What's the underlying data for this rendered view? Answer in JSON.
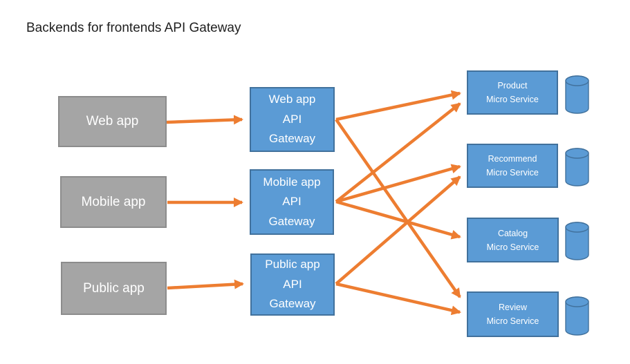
{
  "title": "Backends for frontends API Gateway",
  "colors": {
    "box_blue": "#5B9BD5",
    "box_blue_border": "#41719C",
    "box_gray": "#A5A5A5",
    "box_gray_border": "#8C8C8C",
    "arrow_orange": "#ED7D31",
    "box_text": "#FFFFFF",
    "title_text": "#1F1F1F"
  },
  "diagram": {
    "frontends": [
      {
        "id": "web-app",
        "label": "Web app"
      },
      {
        "id": "mobile-app",
        "label": "Mobile app"
      },
      {
        "id": "public-app",
        "label": "Public app"
      }
    ],
    "gateways": [
      {
        "id": "web-gateway",
        "label": "Web app\nAPI\nGateway"
      },
      {
        "id": "mobile-gateway",
        "label": "Mobile app\nAPI\nGateway"
      },
      {
        "id": "public-gateway",
        "label": "Public app\nAPI\nGateway"
      }
    ],
    "services": [
      {
        "id": "product",
        "label": "Product\nMicro Service",
        "database_icon": "database-cylinder"
      },
      {
        "id": "recommend",
        "label": "Recommend\nMicro Service",
        "database_icon": "database-cylinder"
      },
      {
        "id": "catalog",
        "label": "Catalog\nMicro Service",
        "database_icon": "database-cylinder"
      },
      {
        "id": "review",
        "label": "Review\nMicro Service",
        "database_icon": "database-cylinder"
      }
    ],
    "edges": [
      {
        "from": "web-app",
        "to": "web-gateway"
      },
      {
        "from": "mobile-app",
        "to": "mobile-gateway"
      },
      {
        "from": "public-app",
        "to": "public-gateway"
      },
      {
        "from": "web-gateway",
        "to": "product"
      },
      {
        "from": "web-gateway",
        "to": "review"
      },
      {
        "from": "mobile-gateway",
        "to": "product"
      },
      {
        "from": "mobile-gateway",
        "to": "recommend"
      },
      {
        "from": "mobile-gateway",
        "to": "catalog"
      },
      {
        "from": "public-gateway",
        "to": "recommend"
      },
      {
        "from": "public-gateway",
        "to": "review"
      }
    ]
  }
}
